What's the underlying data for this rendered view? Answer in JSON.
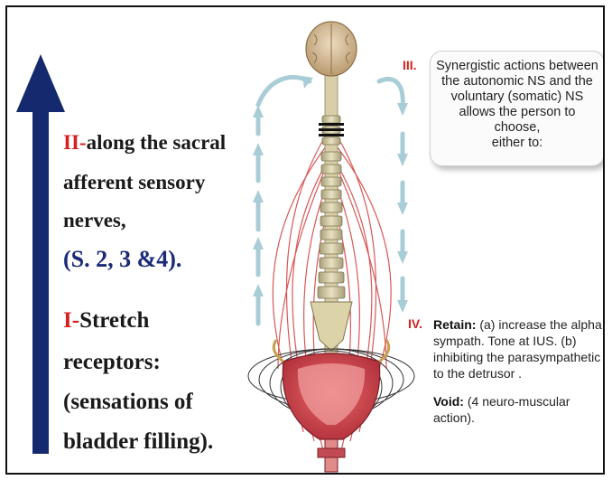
{
  "stage2": {
    "numeral": "II-",
    "line1": "along the sacral",
    "line2": "afferent sensory",
    "line3": "nerves,",
    "segments": "(S. 2, 3 &4)."
  },
  "stage1": {
    "numeral": "I-",
    "line1": "Stretch",
    "line2": "receptors:",
    "line3": "(sensations of",
    "line4": "bladder filling)."
  },
  "stage3": {
    "numeral": "III.",
    "text_lines": [
      "Synergistic actions between",
      "the autonomic NS and the",
      "voluntary (somatic) NS",
      "allows the person to choose,",
      "either to:"
    ]
  },
  "stage4": {
    "numeral": "IV.",
    "retain_label": "Retain:",
    "retain_line1": " (a) increase the alpha",
    "retain_line2": "sympath. Tone at IUS. (b)",
    "retain_line3": "inhibiting the parasympathetic",
    "retain_line4": "to the detrusor .",
    "void_label": "Void:",
    "void_line1": " (4 neuro-muscular",
    "void_line2": "action)."
  },
  "colors": {
    "arrow_blue": "#152a6e",
    "numeral_red": "#d42020",
    "segment_blue": "#1b2a78",
    "nerve_red": "#d23a3a",
    "flow_arrow": "#a9cdd6"
  },
  "icons": [
    "brain-illustration",
    "spinal-cord-illustration",
    "bladder-illustration",
    "upward-arrow-icon",
    "flow-arrow-icon"
  ]
}
